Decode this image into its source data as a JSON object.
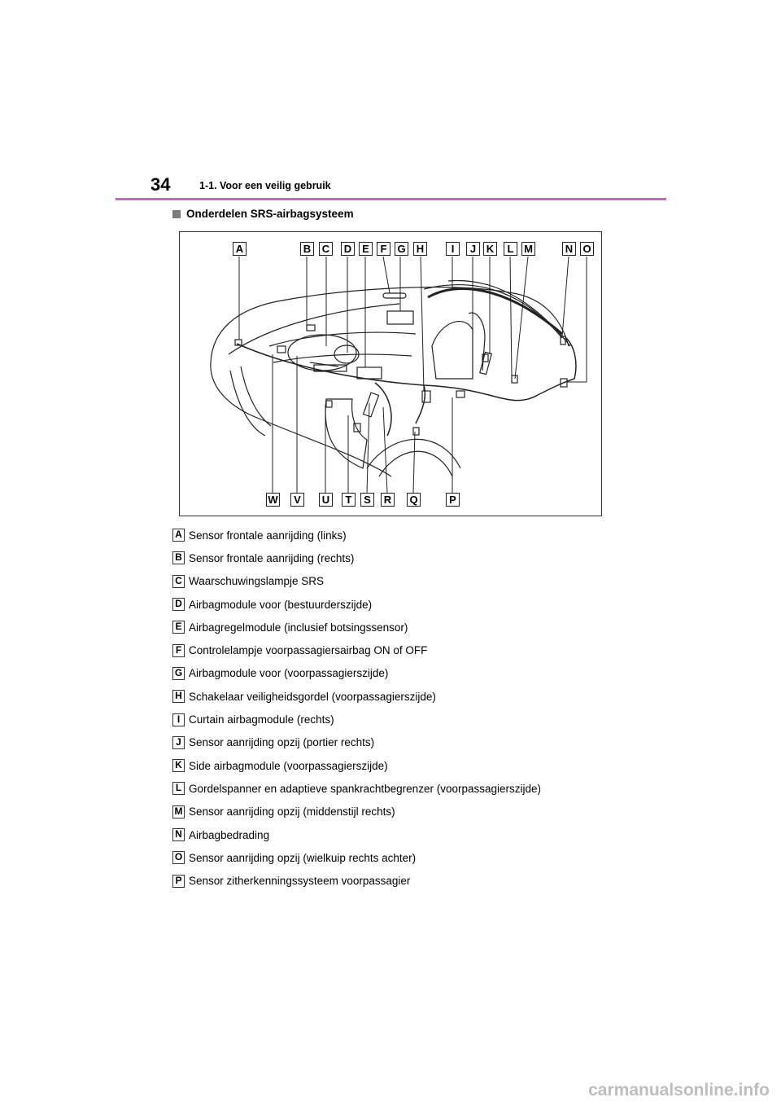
{
  "header": {
    "page_number": "34",
    "section": "1-1. Voor een veilig gebruik"
  },
  "subsection_title": "Onderdelen SRS-airbagsysteem",
  "figure": {
    "top_labels": [
      "A",
      "B",
      "C",
      "D",
      "E",
      "F",
      "G",
      "H",
      "I",
      "J",
      "K",
      "L",
      "M",
      "N",
      "O"
    ],
    "bottom_labels": [
      "W",
      "V",
      "U",
      "T",
      "S",
      "R",
      "Q",
      "P"
    ]
  },
  "legend": [
    {
      "key": "A",
      "text": "Sensor frontale aanrijding (links)"
    },
    {
      "key": "B",
      "text": "Sensor frontale aanrijding (rechts)"
    },
    {
      "key": "C",
      "text": "Waarschuwingslampje SRS"
    },
    {
      "key": "D",
      "text": "Airbagmodule voor (bestuurderszijde)"
    },
    {
      "key": "E",
      "text": "Airbagregelmodule (inclusief botsingssensor)"
    },
    {
      "key": "F",
      "text": "Controlelampje voorpassagiersairbag ON of OFF"
    },
    {
      "key": "G",
      "text": "Airbagmodule voor (voorpassagierszijde)"
    },
    {
      "key": "H",
      "text": "Schakelaar veiligheidsgordel (voorpassagierszijde)"
    },
    {
      "key": "I",
      "text": "Curtain airbagmodule (rechts)"
    },
    {
      "key": "J",
      "text": "Sensor aanrijding opzij (portier rechts)"
    },
    {
      "key": "K",
      "text": "Side airbagmodule (voorpassagierszijde)"
    },
    {
      "key": "L",
      "text": "Gordelspanner en adaptieve spankrachtbegrenzer (voorpassagierszijde)"
    },
    {
      "key": "M",
      "text": "Sensor aanrijding opzij (middenstijl rechts)"
    },
    {
      "key": "N",
      "text": "Airbagbedrading"
    },
    {
      "key": "O",
      "text": "Sensor aanrijding opzij (wielkuip rechts achter)"
    },
    {
      "key": "P",
      "text": "Sensor zitherkenningssysteem voorpassagier"
    }
  ],
  "watermark": "carmanualsonline.info"
}
